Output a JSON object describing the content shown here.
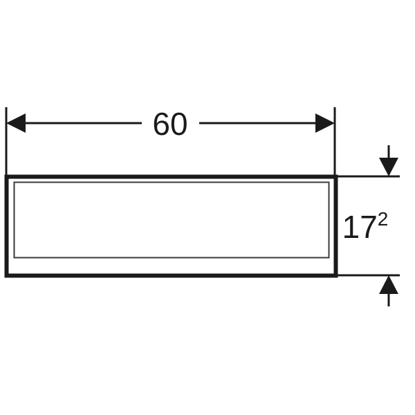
{
  "drawing": {
    "title": "Technical dimension drawing",
    "background_color": "#ffffff",
    "line_color": "#1a1a1a",
    "inner_line_color": "#3a3a3a",
    "width_dimension": {
      "label": "60",
      "orientation": "horizontal",
      "arrow_style": "inward-double",
      "position": "above-object"
    },
    "height_dimension": {
      "label": "17",
      "superscript": "2",
      "orientation": "vertical",
      "arrow_style": "outward-double",
      "position": "right-of-object"
    },
    "object": {
      "name": "shelf-body",
      "outer_face_name": "outer-panel",
      "inner_face_name": "inner-recess"
    }
  }
}
